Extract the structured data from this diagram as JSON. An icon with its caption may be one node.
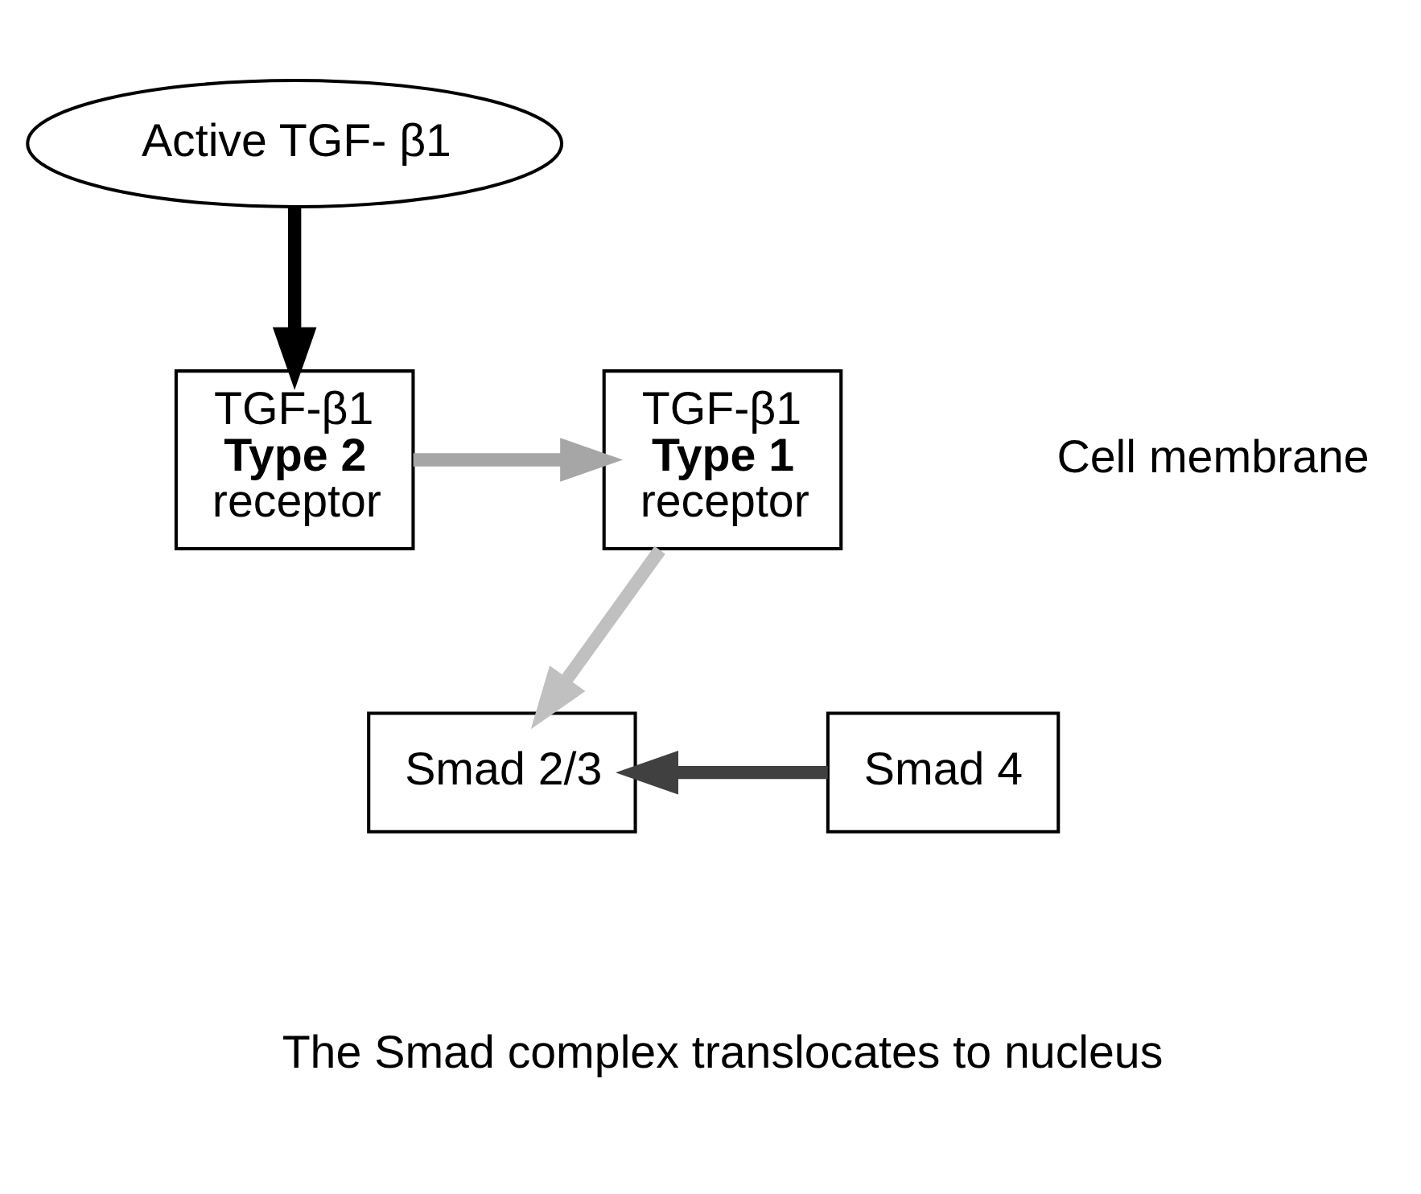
{
  "diagram": {
    "nodes": [
      {
        "text": [
          "Active TGF- β1"
        ]
      },
      {
        "text": [
          "TGF-β1",
          "Type 2",
          "receptor"
        ]
      },
      {
        "text": [
          "TGF-β1",
          "Type 1",
          "receptor"
        ]
      },
      {
        "text": [
          "Smad 2/3"
        ]
      },
      {
        "text": [
          "Smad 4"
        ]
      }
    ],
    "edges": [
      {
        "from": 0,
        "to": 1,
        "arrow": "to"
      },
      {
        "from": 1,
        "to": 2,
        "arrow": "to",
        "color": "#a6a6a6"
      },
      {
        "from": 2,
        "to": 3,
        "arrow": "to",
        "color": "#c0c0c0"
      },
      {
        "from": 4,
        "to": 3,
        "arrow": "to",
        "color": "#404040"
      }
    ],
    "labels": [
      "Cell membrane",
      "The Smad complex translocates to nucleus"
    ]
  }
}
